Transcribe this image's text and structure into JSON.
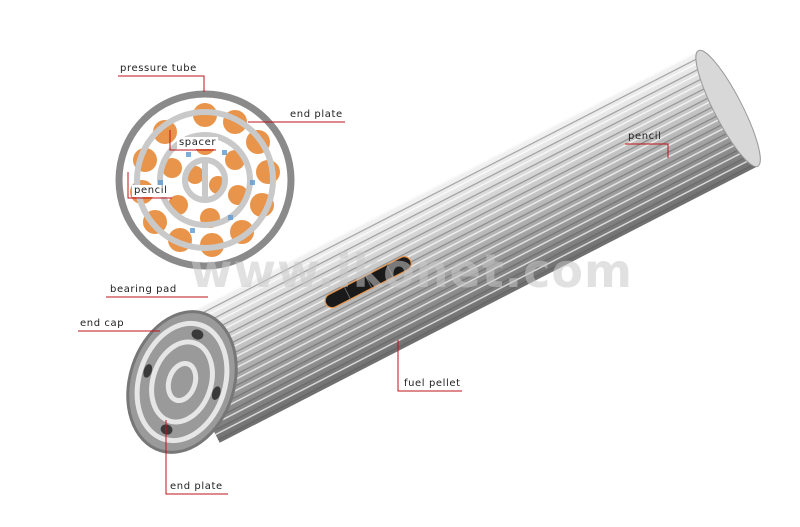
{
  "labels": {
    "pressure_tube": "pressure tube",
    "end_plate_top": "end plate",
    "spacer": "spacer",
    "pencil_left": "pencil",
    "pencil_right": "pencil",
    "bearing_pad": "bearing pad",
    "end_cap": "end cap",
    "fuel_pellet": "fuel pellet",
    "end_plate_bottom": "end plate"
  },
  "watermark": "www.ikonet.com",
  "colors": {
    "leader": "#c0131a",
    "pencil": "#e8944a",
    "spacer": "#5b9bd5",
    "metal": "#bdbdbd"
  }
}
